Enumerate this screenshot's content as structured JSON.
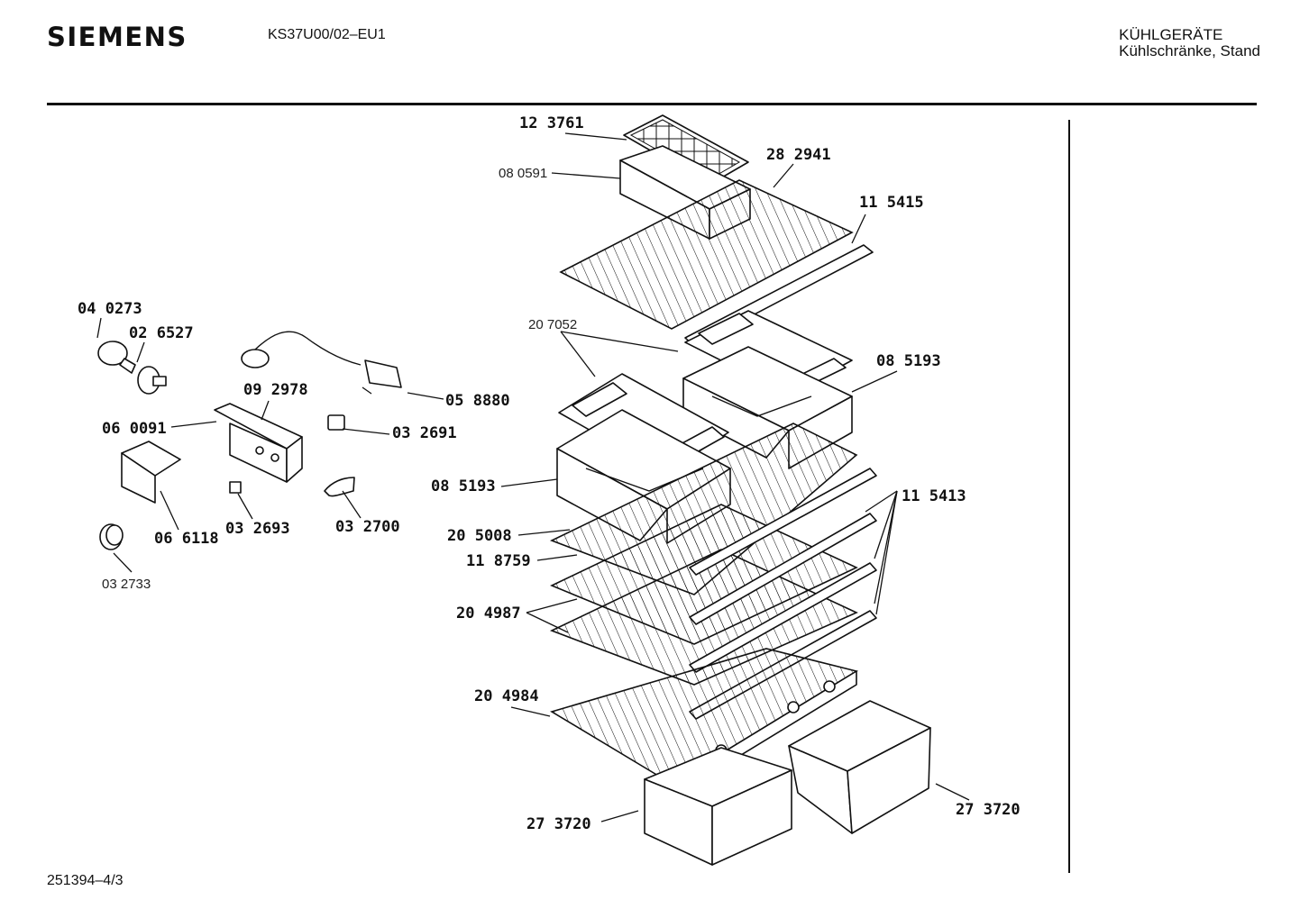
{
  "header": {
    "brand": "SIEMENS",
    "model": "KS37U00/02–EU1",
    "category_line1": "KÜHLGERÄTE",
    "category_line2": "Kühlschränke, Stand"
  },
  "footer": {
    "drawing_number": "251394–4/3"
  },
  "parts": {
    "p123761": "12 3761",
    "p080591": "08 0591",
    "p282941": "28 2941",
    "p115415": "11 5415",
    "p207052": "20 7052",
    "p085193a": "08 5193",
    "p085193b": "08 5193",
    "p115413": "11 5413",
    "p205008": "20 5008",
    "p118759": "11 8759",
    "p204987": "20 4987",
    "p204984": "20 4984",
    "p273720a": "27 3720",
    "p273720b": "27 3720",
    "p040273": "04 0273",
    "p026527": "02 6527",
    "p092978": "09 2978",
    "p058880": "05 8880",
    "p060091": "06 0091",
    "p032691": "03 2691",
    "p066118": "06 6118",
    "p032693": "03 2693",
    "p032700": "03 2700",
    "p032733": "03 2733"
  }
}
